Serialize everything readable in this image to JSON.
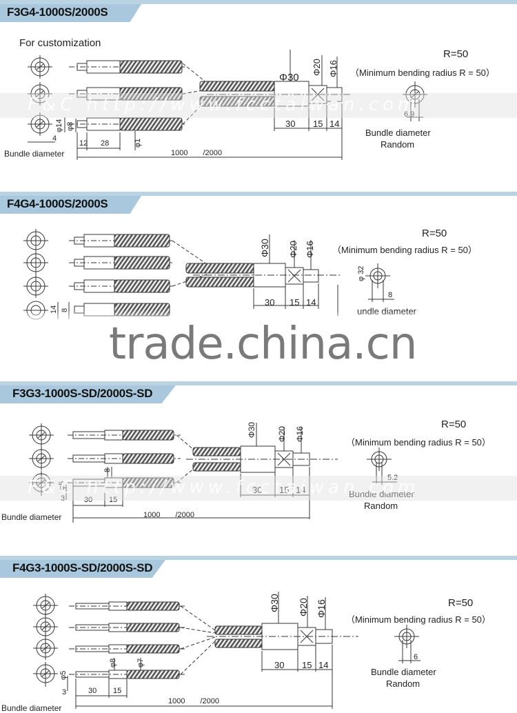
{
  "sections": [
    {
      "title": "F3G4-1000S/2000S",
      "customization": "For customization",
      "R": "R=50",
      "min_bend": "（Minimum bending radius R = 50）",
      "dims": {
        "d30": "Φ30",
        "d20": "Φ20",
        "d16": "Φ16",
        "l30": "30",
        "l15": "15",
        "l14": "14",
        "d14": "φ14",
        "d8": "φ8",
        "l4": "4",
        "l12": "12",
        "l28": "28",
        "d1": "φ1",
        "length": "1000　　/2000",
        "r69": "6.9"
      },
      "bundle_left": "Bundle diameter",
      "bundle_right": "Bundle diameter",
      "random": "Random"
    },
    {
      "title": "F4G4-1000S/2000S",
      "R": "R=50",
      "min_bend": "（Minimum bending radius R = 50）",
      "dims": {
        "d30": "Φ30",
        "d20": "Φ20",
        "d16": "Φ16",
        "l30": "30",
        "l15": "15",
        "l14": "14",
        "d14": "14",
        "d8": "8",
        "d32": "φ 32",
        "r8": "8"
      },
      "bundle_right": "undle diameter"
    },
    {
      "title": "F3G3-1000S-SD/2000S-SD",
      "R": "R=50",
      "min_bend": "（Minimum bending radius R = 50）",
      "dims": {
        "d30": "Φ30",
        "d20": "Φ20",
        "d16": "Φ16",
        "l30": "30",
        "l15": "15",
        "l14": "14",
        "d5": "φ5",
        "d8": "8",
        "l3": "3",
        "l30b": "30",
        "l15b": "15",
        "length": "1000　　/2000",
        "r52": "5.2"
      },
      "bundle_left": "Bundle diameter",
      "bundle_right": "Bundle diameter",
      "random": "Random"
    },
    {
      "title": "F4G3-1000S-SD/2000S-SD",
      "R": "R=50",
      "min_bend": "（Minimum bending radius R = 50）",
      "dims": {
        "d30": "Φ30",
        "d20": "Φ20",
        "d16": "Φ16",
        "l30": "30",
        "l15": "15",
        "l14": "14",
        "d5": "φ5",
        "d8": "φ8",
        "d7": "φ7",
        "l3": "3",
        "l30b": "30",
        "l15b": "15",
        "length": "1000　　/2000",
        "r6": "6"
      },
      "bundle_left": "Bundle diameter",
      "bundle_right": "Bundle diameter",
      "random": "Random"
    }
  ],
  "watermark": {
    "band": "F&C http://www.fcctaiwan.com",
    "site": "trade.china.cn"
  },
  "colors": {
    "header_bar": "#b9d3e3",
    "header_tab": "#a9c8de",
    "line": "#333333"
  }
}
